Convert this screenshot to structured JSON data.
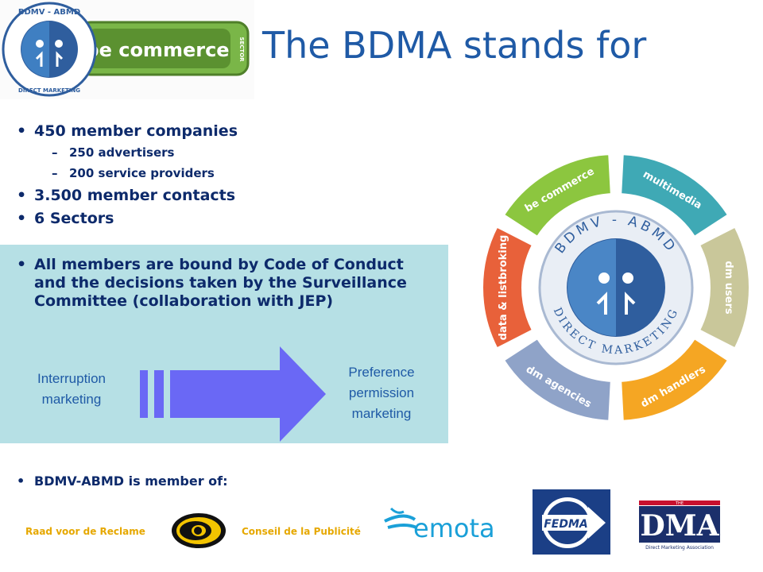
{
  "slide": {
    "title": "The BDMA stands for"
  },
  "logo": {
    "ring_text": "BDMV - ABMD",
    "ring_text_bottom": "DIRECT MARKETING",
    "badge": "be commerce",
    "badge_tag": "SECTOR"
  },
  "bullets": [
    {
      "text": "450 member companies",
      "sub": [
        "250 advertisers",
        "200 service providers"
      ]
    },
    {
      "text": "3.500 member contacts",
      "sub": []
    },
    {
      "text": "6 Sectors",
      "sub": []
    }
  ],
  "code_of_conduct": {
    "text": "All members are bound by Code of Conduct and the decisions taken by the Surveillance Committee (collaboration with JEP)"
  },
  "flow": {
    "left_label_1": "Interruption",
    "left_label_2": "marketing",
    "right_label_1": "Preference",
    "right_label_2": "permission",
    "right_label_3": "marketing",
    "arrow_color": "#6a68f5"
  },
  "sector_wheel": {
    "center_top": "BDMV - ABMD",
    "center_bottom": "DIRECT MARKETING",
    "segments": [
      {
        "label": "be commerce",
        "color": "#8cc63f"
      },
      {
        "label": "multimedia",
        "color": "#3fa9b5"
      },
      {
        "label": "dm users",
        "color": "#c9c79a"
      },
      {
        "label": "dm handlers",
        "color": "#f5a623"
      },
      {
        "label": "dm agencies",
        "color": "#8fa3c8"
      },
      {
        "label": "data & listbroking",
        "color": "#e8613a"
      }
    ]
  },
  "membership": {
    "intro": "BDMV-ABMD is member of:",
    "logos": {
      "raad": "Raad voor de Reclame",
      "conseil": "Conseil de la Publicité",
      "emota": "emota",
      "fedma": "FEDMA",
      "dma_the": "THE",
      "dma": "DMA",
      "dma_sub": "Direct Marketing Association"
    }
  }
}
